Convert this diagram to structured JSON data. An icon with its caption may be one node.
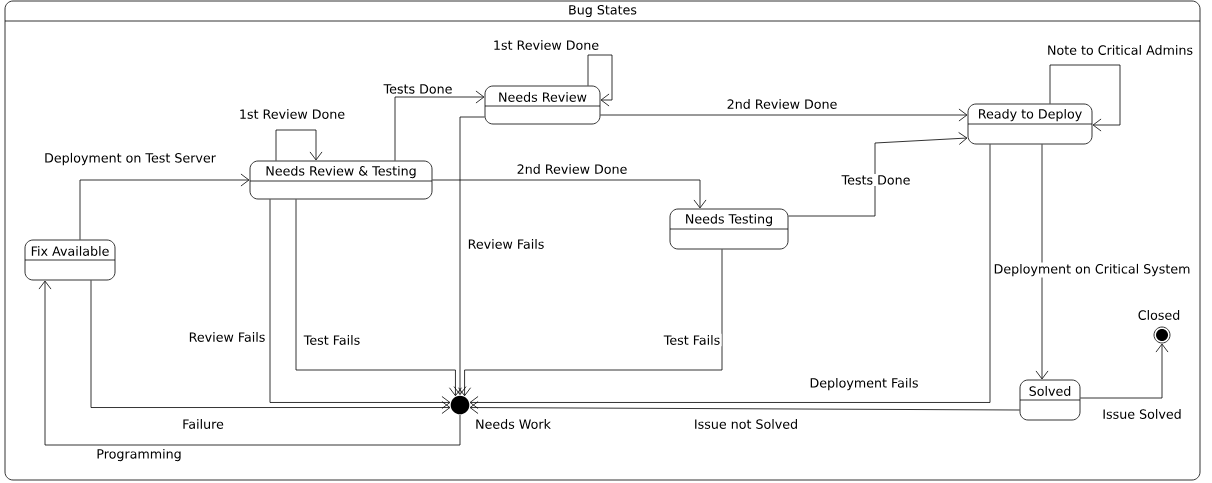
{
  "diagram": {
    "nodes": [
      {
        "text": [
          "Bug States"
        ]
      },
      {
        "text": [
          "Fix Available"
        ],
        "in": 0
      },
      {
        "text": [
          "Needs Review & Testing"
        ],
        "in": 0
      },
      {
        "text": [
          "Needs Review"
        ],
        "in": 0
      },
      {
        "text": [
          "Needs Testing"
        ],
        "in": 0
      },
      {
        "text": [
          "Ready to Deploy"
        ],
        "in": 0
      },
      {
        "text": [
          "Solved"
        ],
        "in": 0
      },
      {
        "text": [],
        "shape": "circle",
        "beside": [
          "Needs Work"
        ],
        "in": 0
      },
      {
        "text": [],
        "shape": "circle",
        "beside": [
          "Closed"
        ],
        "in": 0
      }
    ],
    "edges": [
      {
        "from": 1,
        "to": 2,
        "arrow": "to",
        "label": "Deployment on Test Server"
      },
      {
        "from": 2,
        "to": 2,
        "arrow": "to",
        "label": "1st Review Done"
      },
      {
        "from": 2,
        "to": 3,
        "arrow": "to",
        "label": "Tests Done"
      },
      {
        "from": 3,
        "to": 3,
        "arrow": "to",
        "label": "1st Review Done"
      },
      {
        "from": 3,
        "to": 5,
        "arrow": "to",
        "label": "2nd Review Done"
      },
      {
        "from": 2,
        "to": 4,
        "arrow": "to",
        "label": "2nd Review Done"
      },
      {
        "from": 4,
        "to": 5,
        "arrow": "to",
        "label": "Tests Done"
      },
      {
        "from": 5,
        "to": 5,
        "arrow": "to",
        "label": "Note to Critical Admins"
      },
      {
        "from": 5,
        "to": 6,
        "arrow": "to",
        "label": "Deployment on Critical System"
      },
      {
        "from": 6,
        "to": 8,
        "arrow": "to",
        "label": "Issue Solved"
      },
      {
        "from": 3,
        "to": 7,
        "arrow": "to",
        "label": "Review Fails"
      },
      {
        "from": 2,
        "to": 7,
        "arrow": "to",
        "label": "Review Fails"
      },
      {
        "from": 2,
        "to": 7,
        "arrow": "to",
        "label": "Test Fails"
      },
      {
        "from": 4,
        "to": 7,
        "arrow": "to",
        "label": "Test Fails"
      },
      {
        "from": 5,
        "to": 7,
        "arrow": "to",
        "label": "Deployment Fails"
      },
      {
        "from": 6,
        "to": 7,
        "arrow": "to",
        "label": "Issue not Solved"
      },
      {
        "from": 1,
        "to": 7,
        "arrow": "to",
        "label": "Failure"
      },
      {
        "from": 7,
        "to": 1,
        "arrow": "to",
        "label": "Programming"
      }
    ]
  }
}
